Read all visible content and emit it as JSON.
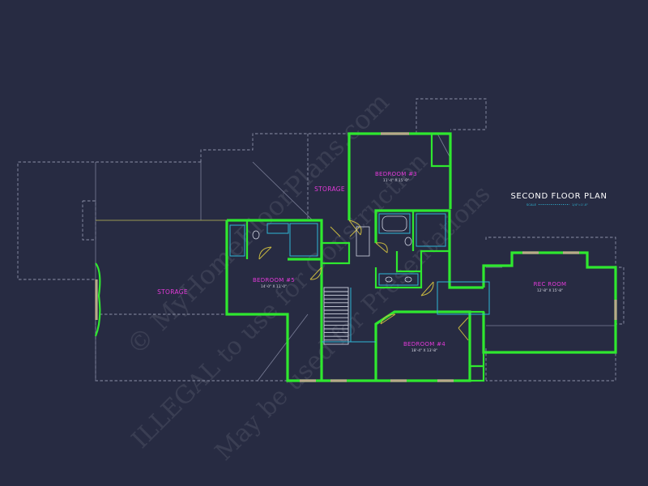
{
  "plan": {
    "title": "SECOND FLOOR PLAN",
    "scale_label": "SCALE",
    "scale_value": "1/4\"=1'-0\""
  },
  "rooms": {
    "bedroom3": {
      "name": "BEDROOM #3",
      "dims": "11'-4\" X 15'-0\""
    },
    "bedroom5": {
      "name": "BEDROOM #5",
      "dims": "14'-0\" X 11'-0\""
    },
    "bedroom4": {
      "name": "BEDROOM #4",
      "dims": "18'-4\" X 13'-8\""
    },
    "rec_room": {
      "name": "REC ROOM",
      "dims": "12'-8\" X 15'-8\""
    }
  },
  "labels": {
    "storage_upper": "STORAGE",
    "storage_lower": "STORAGE"
  },
  "watermark": {
    "line1": "© MyHomeFloorPlans.com",
    "line2": "ILLEGAL to use for Construction",
    "line3": "May be used for Presentations"
  },
  "colors": {
    "background": "#272b42",
    "walls": "#2fe82f",
    "room_labels": "#e23ad8",
    "fixtures": "#2fb7d6"
  }
}
